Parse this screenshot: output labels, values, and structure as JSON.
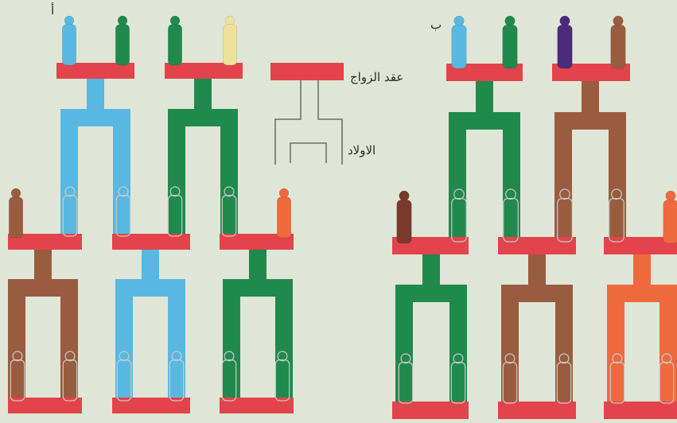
{
  "labels": {
    "panel_a": "أ",
    "panel_b": "ب",
    "marriage_contract": "عقد الزواج",
    "children": "الاولاد"
  },
  "colors": {
    "background": "#dfe6d7",
    "bar": "#e3434a",
    "blue": "#58b8e2",
    "green": "#1f8a4c",
    "brown": "#9a5c3e",
    "yellow": "#eee19a",
    "purple": "#4b2b7c",
    "orange": "#ee6a3d",
    "dark_brown": "#7a3a2b",
    "ghost": "#c9c9c9"
  },
  "icons": [
    "figure-icon",
    "ghost-figure-icon",
    "marriage-bar-icon"
  ]
}
